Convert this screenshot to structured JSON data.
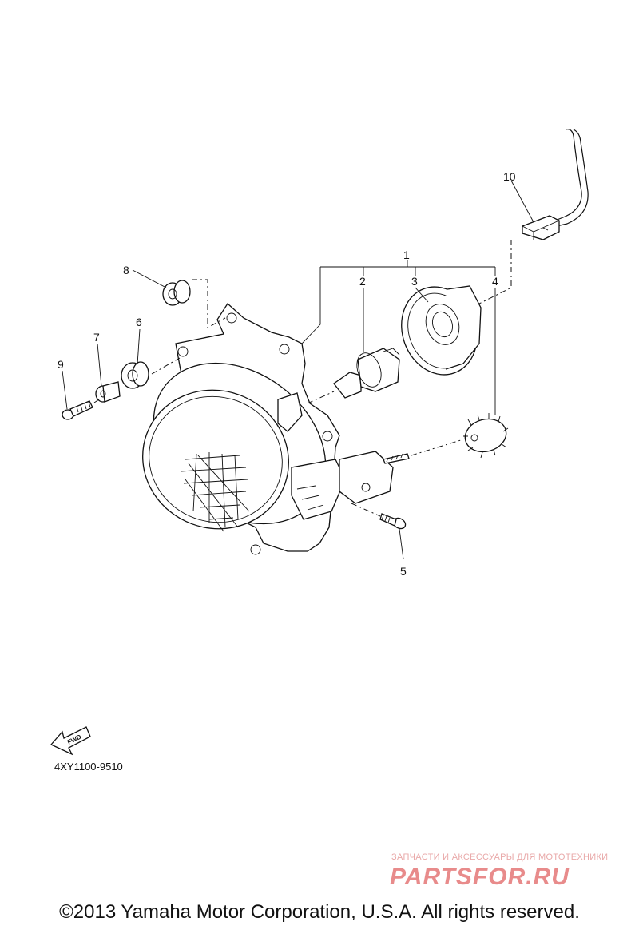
{
  "diagram": {
    "callouts": [
      {
        "id": "1",
        "label": "1"
      },
      {
        "id": "2",
        "label": "2"
      },
      {
        "id": "3",
        "label": "3"
      },
      {
        "id": "4",
        "label": "4"
      },
      {
        "id": "5",
        "label": "5"
      },
      {
        "id": "6",
        "label": "6"
      },
      {
        "id": "7",
        "label": "7"
      },
      {
        "id": "8",
        "label": "8"
      },
      {
        "id": "9",
        "label": "9"
      },
      {
        "id": "10",
        "label": "10"
      }
    ],
    "fwd_arrow_text": "FWD",
    "diagram_code": "4XY1100-9510"
  },
  "watermark": {
    "subtitle": "ЗАПЧАСТИ И АКСЕССУАРЫ ДЛЯ МОТОТЕХНИКИ",
    "logo_text": "PARTSFOR.RU"
  },
  "footer": {
    "copyright": "©2013 Yamaha Motor Corporation, U.S.A. All rights reserved."
  },
  "colors": {
    "line": "#111111",
    "watermark": "#e88b8b",
    "background": "#ffffff"
  }
}
